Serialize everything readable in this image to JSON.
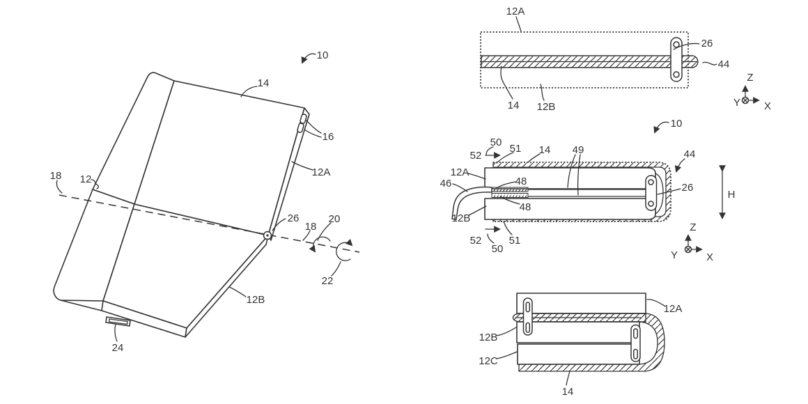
{
  "document": {
    "type": "patent-figure-sheet",
    "background": "#ffffff",
    "line_color": "#333333",
    "figures_count": 3
  },
  "figures": {
    "fig1": {
      "name": "perspective view of partially folded device",
      "labels": {
        "ref10": "10",
        "ref14": "14",
        "ref16": "16",
        "ref12A": "12A",
        "ref12": "12",
        "ref18_left": "18",
        "ref26": "26",
        "ref18_right": "18",
        "ref20": "20",
        "ref22": "22",
        "ref12B": "12B",
        "ref24": "24"
      }
    },
    "fig2": {
      "name": "side view unfolded",
      "labels": {
        "ref12A": "12A",
        "ref26": "26",
        "ref44": "44",
        "ref14": "14",
        "ref12B": "12B",
        "axis_z": "Z",
        "axis_y": "Y",
        "axis_x": "X"
      }
    },
    "fig3": {
      "name": "side view folded once",
      "labels": {
        "ref10": "10",
        "ref50_top": "50",
        "ref52_top": "52",
        "ref51_top": "51",
        "ref14": "14",
        "ref49": "49",
        "ref44": "44",
        "ref12A": "12A",
        "ref46": "46",
        "ref48_upper": "48",
        "ref48_lower": "48",
        "ref26": "26",
        "ref12B": "12B",
        "ref52_bottom": "52",
        "ref51_bottom": "51",
        "ref50_bottom": "50",
        "dim_h": "H",
        "axis_z": "Z",
        "axis_y": "Y",
        "axis_x": "X"
      }
    },
    "fig4": {
      "name": "side view double folded",
      "labels": {
        "ref12A": "12A",
        "ref12B": "12B",
        "ref12C": "12C",
        "ref14": "14"
      }
    }
  }
}
